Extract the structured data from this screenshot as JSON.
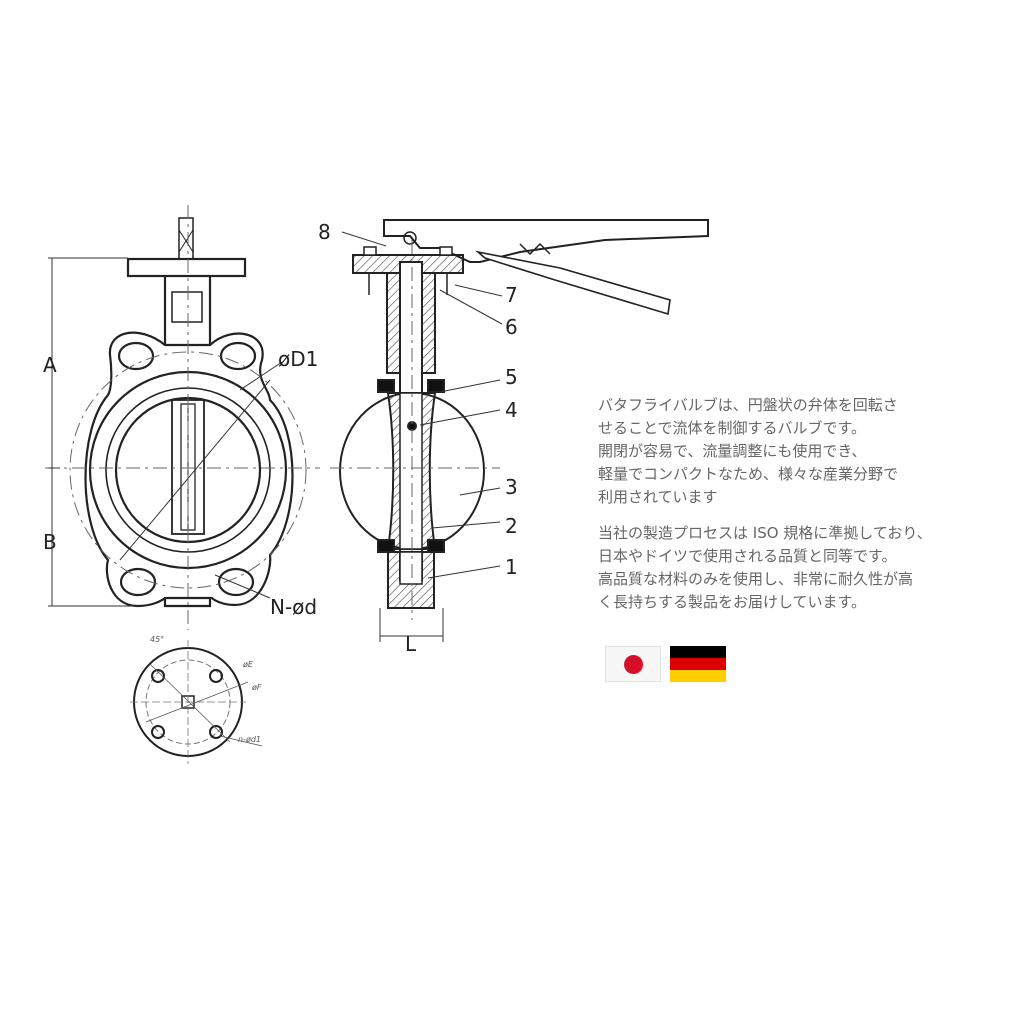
{
  "drawing": {
    "front_view_labels": {
      "A": "A",
      "B": "B",
      "D1": "øD1",
      "N_d": "N-ød"
    },
    "side_view_labels": {
      "L": "L"
    },
    "part_numbers": [
      "1",
      "2",
      "3",
      "4",
      "5",
      "6",
      "7",
      "8"
    ],
    "flange_detail_labels": {
      "angle": "45°",
      "t": "øE",
      "f": "øF",
      "nd": "n-ød1"
    }
  },
  "description": {
    "para1": "バタフライバルブは、円盤状の弁体を回転さ\nせることで流体を制御するバルブです。\n開閉が容易で、流量調整にも使用でき、\n軽量でコンパクトなため、様々な産業分野で\n利用されています",
    "para2": "当社の製造プロセスは ISO 規格に準拠しており、\n日本やドイツで使用される品質と同等です。\n高品質な材料のみを使用し、非常に耐久性が高\nく長持ちする製品をお届けしています。"
  },
  "colors": {
    "line": "#222222",
    "hatch": "#444444",
    "japan_red": "#d7102a",
    "german_black": "#000000",
    "german_red": "#dd0000",
    "german_gold": "#ffce00"
  },
  "flags": [
    "japan-flag",
    "germany-flag"
  ]
}
